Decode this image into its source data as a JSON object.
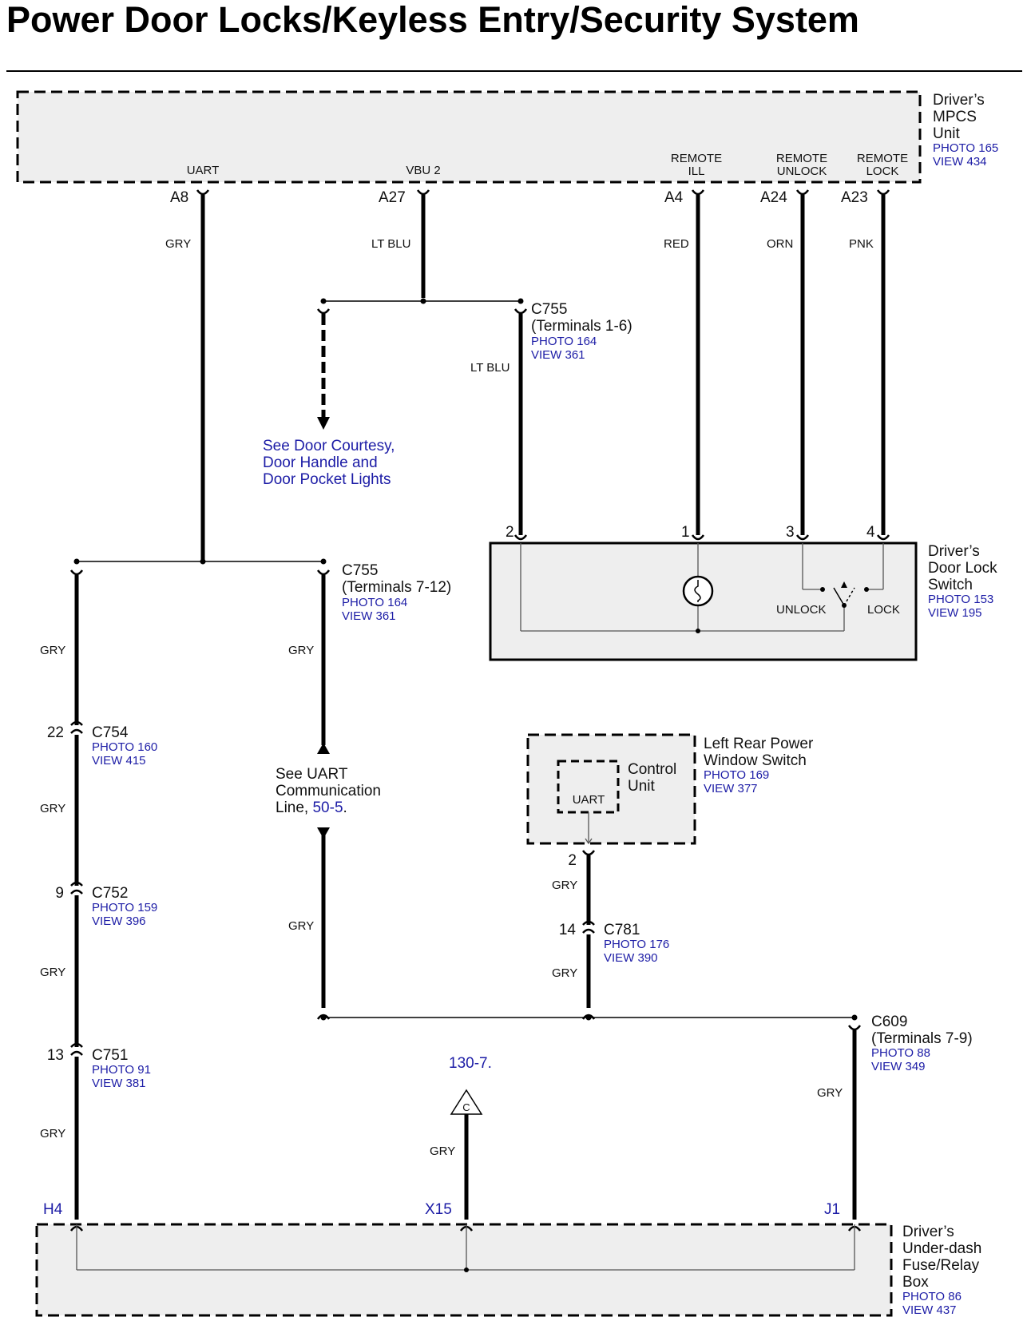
{
  "title": "Power Door Locks/Keyless Entry/Security System",
  "mpcs": {
    "name_lines": [
      "Driver’s",
      "MPCS",
      "Unit"
    ],
    "photo": "PHOTO 165",
    "view": "VIEW 434",
    "pins": [
      {
        "label": "UART",
        "pin": "A8",
        "wire": "GRY"
      },
      {
        "label": "VBU 2",
        "pin": "A27",
        "wire": "LT BLU"
      },
      {
        "label_lines": [
          "REMOTE",
          "ILL"
        ],
        "pin": "A4",
        "wire": "RED"
      },
      {
        "label_lines": [
          "REMOTE",
          "UNLOCK"
        ],
        "pin": "A24",
        "wire": "ORN"
      },
      {
        "label_lines": [
          "REMOTE",
          "LOCK"
        ],
        "pin": "A23",
        "wire": "PNK"
      }
    ]
  },
  "c755_a": {
    "name": "C755",
    "terminals": "(Terminals 1-6)",
    "photo": "PHOTO 164",
    "view": "VIEW 361",
    "wire": "LT BLU"
  },
  "see_courtesy": [
    "See Door Courtesy,",
    "Door Handle and",
    "Door Pocket Lights"
  ],
  "door_lock_switch": {
    "name_lines": [
      "Driver’s",
      "Door Lock",
      "Switch"
    ],
    "photo": "PHOTO 153",
    "view": "VIEW 195",
    "pins": [
      "2",
      "1",
      "3",
      "4"
    ],
    "unlock": "UNLOCK",
    "lock": "LOCK"
  },
  "c755_b": {
    "name": "C755",
    "terminals": "(Terminals 7-12)",
    "photo": "PHOTO 164",
    "view": "VIEW 361",
    "wire_top": "GRY",
    "wire_bottom": "GRY"
  },
  "see_uart": {
    "line1": "See UART",
    "line2": "Communication",
    "line3_prefix": "Line, ",
    "line3_link": "50-5",
    "line3_suffix": "."
  },
  "left_chain": {
    "wires": [
      "GRY",
      "GRY",
      "GRY",
      "GRY"
    ],
    "connectors": [
      {
        "pin": "22",
        "name": "C754",
        "photo": "PHOTO 160",
        "view": "VIEW 415"
      },
      {
        "pin": "9",
        "name": "C752",
        "photo": "PHOTO 159",
        "view": "VIEW 396"
      },
      {
        "pin": "13",
        "name": "C751",
        "photo": "PHOTO 91",
        "view": "VIEW 381"
      }
    ]
  },
  "rear_window_switch": {
    "name_lines": [
      "Left Rear Power",
      "Window Switch"
    ],
    "photo": "PHOTO 169",
    "view": "VIEW 377",
    "control_lines": [
      "Control",
      "Unit"
    ],
    "uart": "UART",
    "pin": "2",
    "wire_top": "GRY",
    "wire_bottom": "GRY"
  },
  "c781": {
    "pin": "14",
    "name": "C781",
    "photo": "PHOTO 176",
    "view": "VIEW 390"
  },
  "c609": {
    "name": "C609",
    "terminals": "(Terminals 7-9)",
    "photo": "PHOTO 88",
    "view": "VIEW 349",
    "wire": "GRY"
  },
  "ref_c": {
    "ref": "130-7.",
    "letter": "C",
    "wire": "GRY"
  },
  "fuse_box": {
    "name_lines": [
      "Driver’s",
      "Under-dash",
      "Fuse/Relay",
      "Box"
    ],
    "photo": "PHOTO 86",
    "view": "VIEW 437",
    "pins": [
      "H4",
      "X15",
      "J1"
    ]
  },
  "colors": {
    "link": "#1c1ca6",
    "box_fill": "#eeeeee",
    "wire": "#000000"
  }
}
